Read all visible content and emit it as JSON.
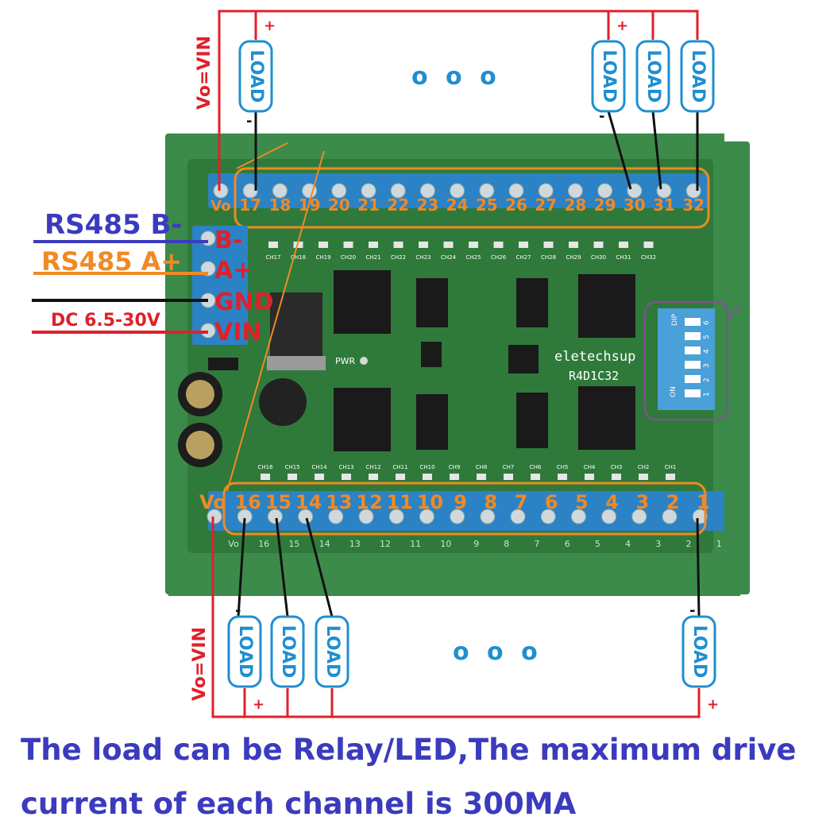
{
  "labels": {
    "rs485_b": "RS485 B-",
    "rs485_a": "RS485 A+",
    "dc": "DC 6.5-30V",
    "vo_vin": "Vo=VIN",
    "load": "LOAD",
    "plus": "+",
    "minus": "-",
    "dots": "o o o"
  },
  "board": {
    "brand": "eletechsup",
    "model": "R4D1C32",
    "pwr": "PWR",
    "dip": "DIP",
    "dip_on": "ON",
    "dip_numbers": [
      "1",
      "2",
      "3",
      "4",
      "5",
      "6"
    ],
    "power_terminals": [
      "B-",
      "A+",
      "GND",
      "VIN"
    ],
    "top_terminals": [
      "Vo",
      "17",
      "18",
      "19",
      "20",
      "21",
      "22",
      "23",
      "24",
      "25",
      "26",
      "27",
      "28",
      "29",
      "30",
      "31",
      "32"
    ],
    "bottom_terminals": [
      "Vo",
      "16",
      "15",
      "14",
      "13",
      "12",
      "11",
      "10",
      "9",
      "8",
      "7",
      "6",
      "5",
      "4",
      "3",
      "2",
      "1"
    ],
    "top_led_labels": [
      "CH17",
      "CH18",
      "CH19",
      "CH20",
      "CH21",
      "CH22",
      "CH23",
      "CH24",
      "CH25",
      "CH26",
      "CH27",
      "CH28",
      "CH29",
      "CH30",
      "CH31",
      "CH32"
    ],
    "bottom_led_labels": [
      "CH16",
      "CH15",
      "CH14",
      "CH13",
      "CH12",
      "CH11",
      "CH10",
      "CH9",
      "CH8",
      "CH7",
      "CH6",
      "CH5",
      "CH4",
      "CH3",
      "CH2",
      "CH1"
    ]
  },
  "caption": {
    "line1": "The load can be Relay/LED,The maximum drive",
    "line2": "current of each channel is 300MA"
  },
  "colors": {
    "board_green": "#2f7a3a",
    "rail_green": "#3b8a4a",
    "terminal_blue": "#2b82c4",
    "wire_red": "#e0202a",
    "orange": "#f08a24",
    "blue_text": "#3b3bbf",
    "load_blue": "#1f8fd0",
    "dip_outline": "#8a4aa0"
  }
}
